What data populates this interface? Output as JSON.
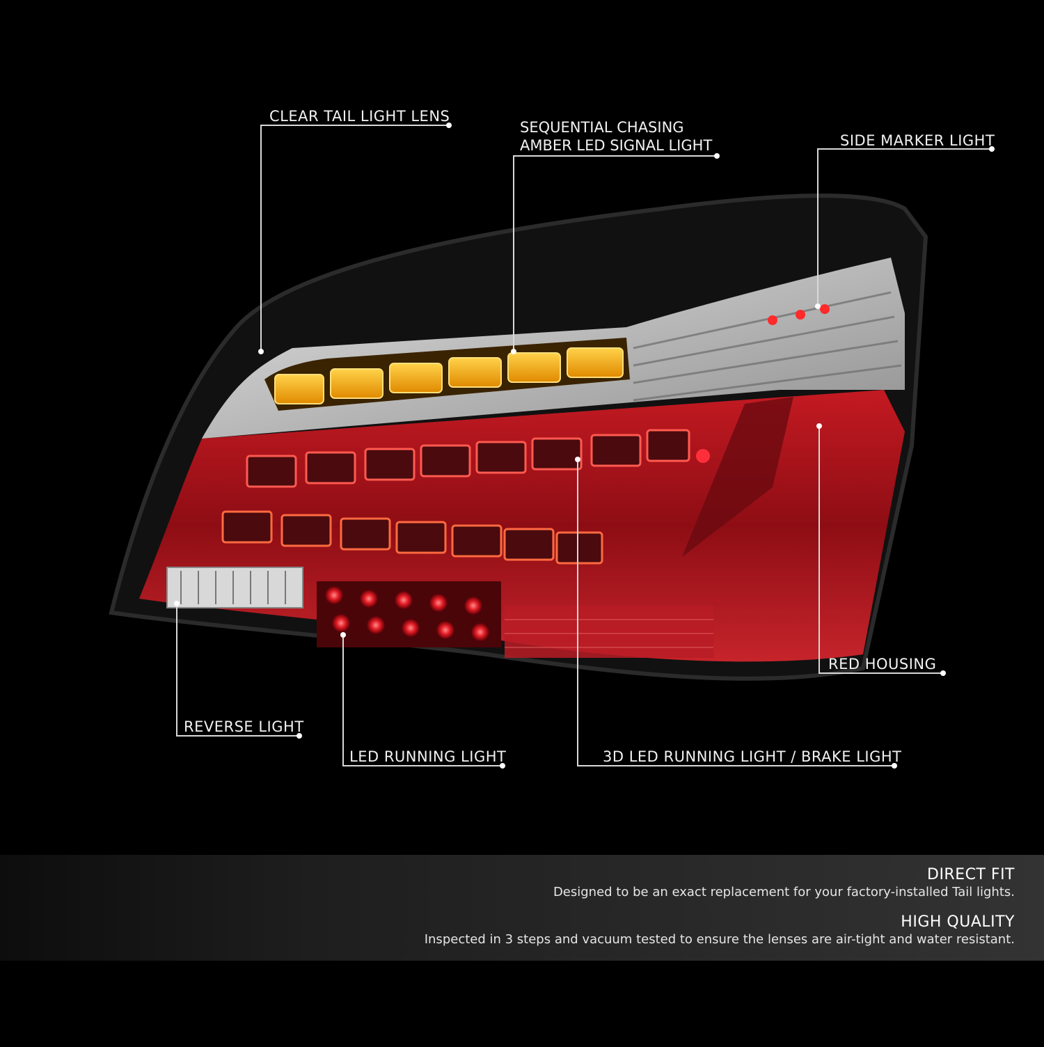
{
  "callouts": {
    "clear_lens": "CLEAR TAIL LIGHT LENS",
    "sequential_line1": "SEQUENTIAL CHASING",
    "sequential_line2": "AMBER LED SIGNAL LIGHT",
    "side_marker": "SIDE MARKER LIGHT",
    "red_housing": "RED HOUSING",
    "reverse": "REVERSE LIGHT",
    "led_running": "LED RUNNING LIGHT",
    "brake": "3D LED RUNNING LIGHT / BRAKE LIGHT"
  },
  "features": [
    {
      "title": "DIRECT FIT",
      "desc": "Designed to be an exact replacement for your factory-installed Tail lights."
    },
    {
      "title": "HIGH QUALITY",
      "desc": "Inspected in 3 steps and vacuum tested to ensure the lenses are air-tight and water resistant."
    }
  ],
  "colors": {
    "background": "#000000",
    "housing_red": "#b3121b",
    "amber": "#f5a000",
    "callout_line": "#d9d9d9"
  }
}
